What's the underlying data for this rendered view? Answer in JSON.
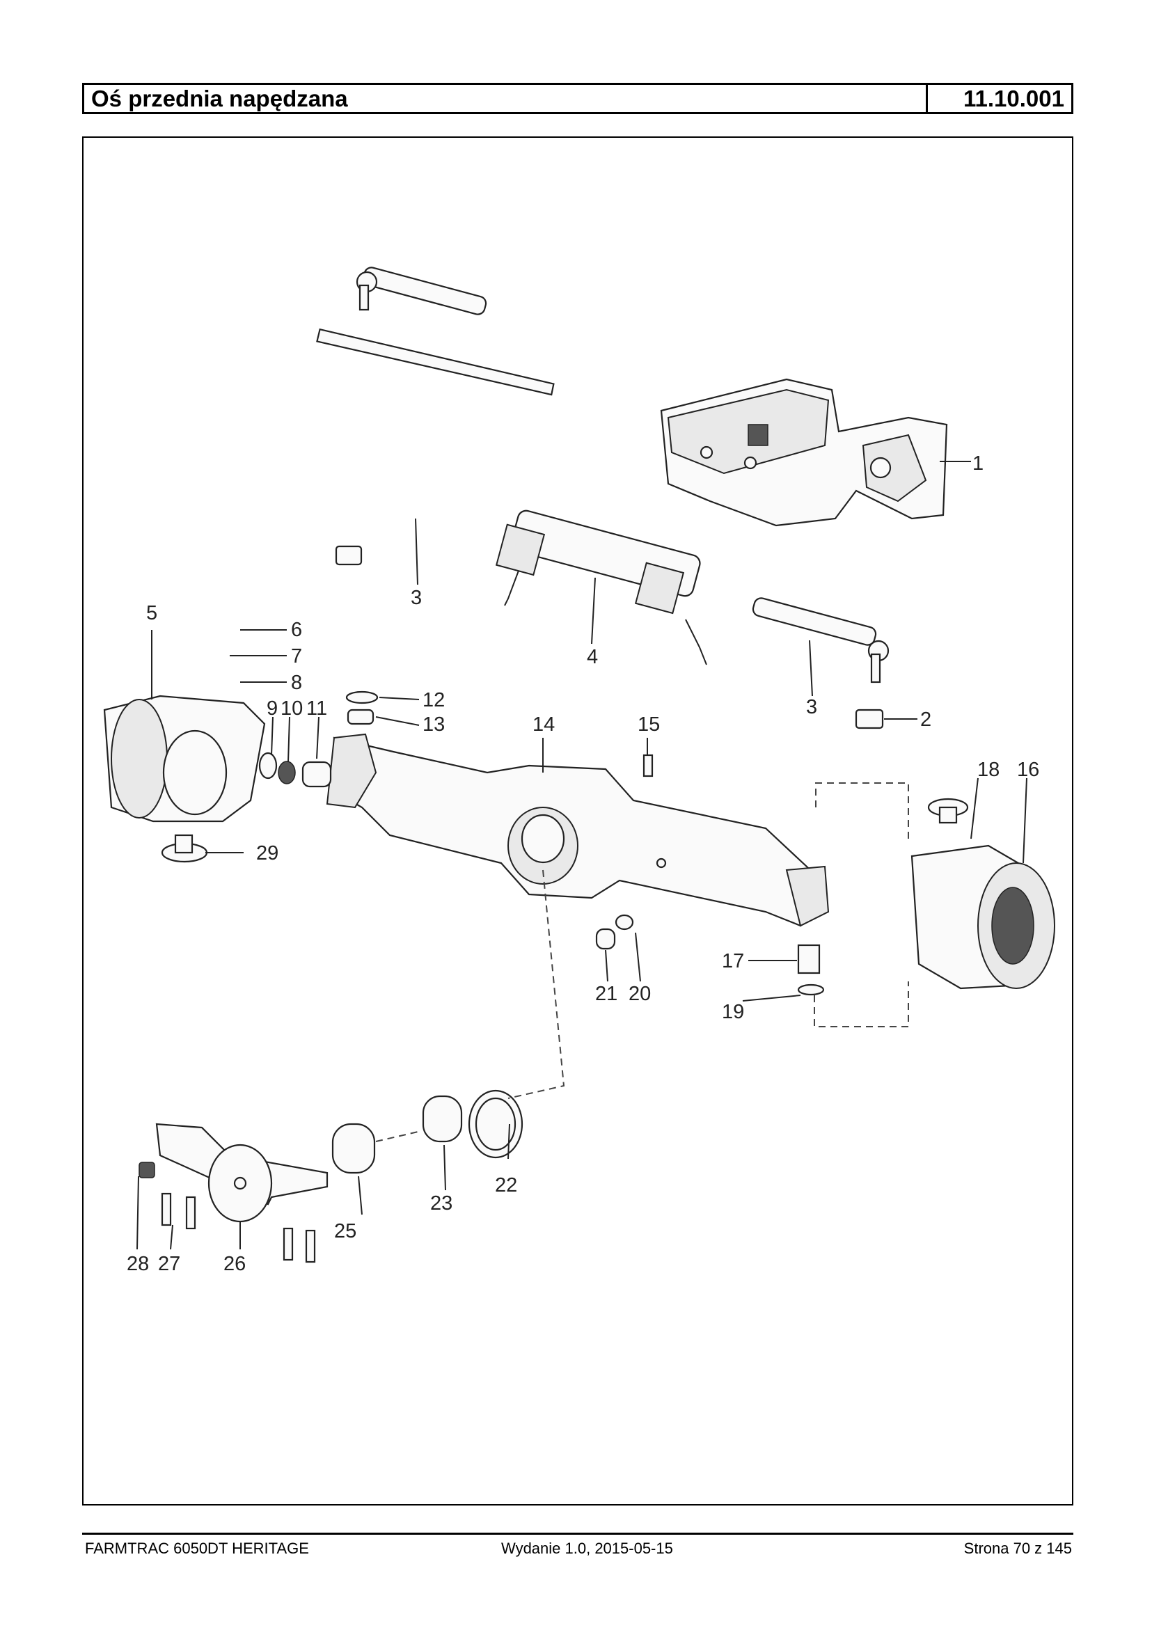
{
  "header": {
    "title": "Oś przednia napędzana",
    "code": "11.10.001"
  },
  "diagram": {
    "callouts": [
      "1",
      "2",
      "3",
      "3",
      "4",
      "5",
      "6",
      "7",
      "8",
      "9",
      "10",
      "11",
      "12",
      "13",
      "14",
      "15",
      "16",
      "17",
      "18",
      "19",
      "20",
      "21",
      "22",
      "23",
      "25",
      "26",
      "27",
      "28",
      "29"
    ]
  },
  "footer": {
    "model": "FARMTRAC 6050DT HERITAGE",
    "edition": "Wydanie 1.0,  2015-05-15",
    "page": "Strona 70 z 145"
  }
}
